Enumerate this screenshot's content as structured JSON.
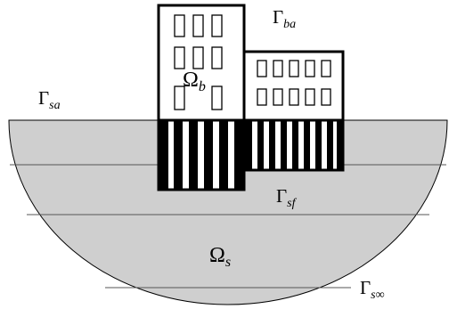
{
  "diagram": {
    "colors": {
      "soil_fill": "#cfcfcf",
      "layer_line": "#555555",
      "outline": "#000000",
      "building_fill": "#ffffff"
    },
    "labels": {
      "gamma_ba": {
        "symbol": "Γ",
        "subscript": "ba"
      },
      "gamma_sa": {
        "symbol": "Γ",
        "subscript": "sa"
      },
      "gamma_sf": {
        "symbol": "Γ",
        "subscript": "sf"
      },
      "gamma_s_inf": {
        "symbol": "Γ",
        "subscript": "s∞"
      },
      "omega_b": {
        "symbol": "Ω",
        "subscript": "b"
      },
      "omega_s": {
        "symbol": "Ω",
        "subscript": "s"
      }
    }
  }
}
